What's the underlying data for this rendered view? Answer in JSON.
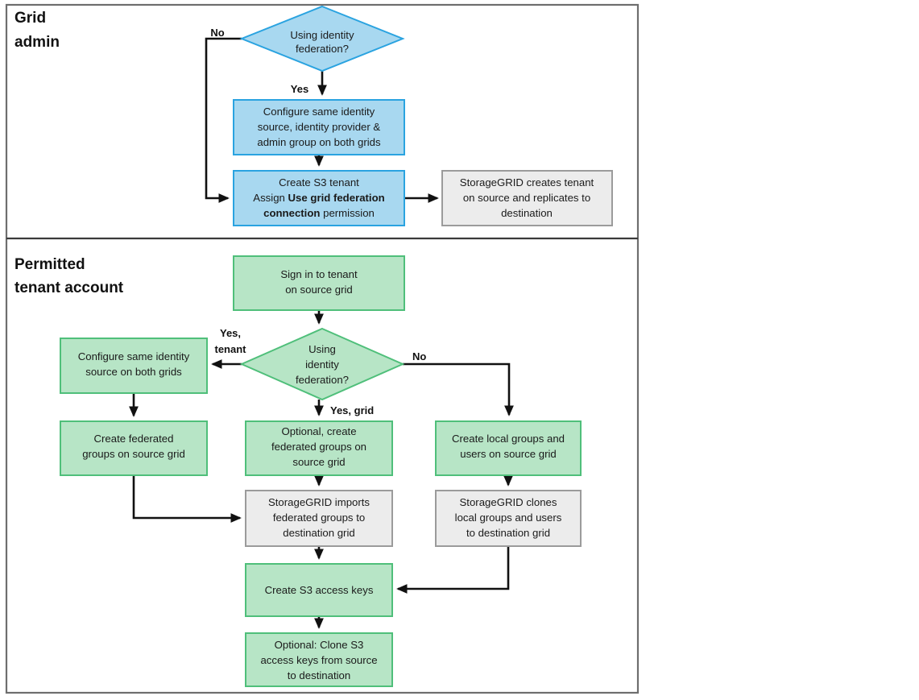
{
  "diagram": {
    "title_hidden": "",
    "colors": {
      "blue_fill": "#a8d8f0",
      "blue_stroke": "#2aa3e0",
      "green_fill": "#b7e5c6",
      "green_stroke": "#4fbf7a",
      "gray_fill": "#ececec",
      "gray_stroke": "#9b9b9b",
      "connector": "#111111",
      "frame": "#6e6e6e"
    },
    "lanes": [
      {
        "id": "grid-admin",
        "title_lines": [
          "Grid",
          "admin"
        ]
      },
      {
        "id": "tenant-account",
        "title_lines": [
          "Permitted",
          "tenant account"
        ]
      }
    ],
    "nodes": {
      "grid_decision": {
        "lines": [
          "Using  identity",
          "federation?"
        ],
        "shape": "diamond",
        "fill": "blue"
      },
      "grid_configure": {
        "lines": [
          "Configure same identity",
          "source, identity provider &",
          "admin group on both grids"
        ],
        "shape": "rect",
        "fill": "blue"
      },
      "grid_create_tenant": {
        "lines": [
          [
            {
              "t": "Create S3 tenant",
              "b": false
            }
          ],
          [
            {
              "t": "Assign ",
              "b": false
            },
            {
              "t": "Use grid federation",
              "b": true
            }
          ],
          [
            {
              "t": "connection",
              "b": true
            },
            {
              "t": " permission",
              "b": false
            }
          ]
        ],
        "shape": "rect",
        "fill": "blue"
      },
      "grid_storagegrid_creates": {
        "lines": [
          "StorageGRID creates tenant",
          "on source and replicates to",
          "destination"
        ],
        "shape": "rect",
        "fill": "gray"
      },
      "tenant_signin": {
        "lines": [
          "Sign in to tenant",
          "on source grid"
        ],
        "shape": "rect",
        "fill": "green"
      },
      "tenant_decision": {
        "lines": [
          "Using",
          "identity",
          "federation?"
        ],
        "shape": "diamond",
        "fill": "green"
      },
      "tenant_configure_same": {
        "lines": [
          "Configure same identity",
          "source on both grids"
        ],
        "shape": "rect",
        "fill": "green"
      },
      "tenant_create_federated": {
        "lines": [
          "Create federated",
          "groups on source grid"
        ],
        "shape": "rect",
        "fill": "green"
      },
      "tenant_optional_federated": {
        "lines": [
          "Optional, create",
          "federated groups on",
          "source grid"
        ],
        "shape": "rect",
        "fill": "green"
      },
      "tenant_create_local": {
        "lines": [
          "Create local groups and",
          "users on source grid"
        ],
        "shape": "rect",
        "fill": "green"
      },
      "tenant_imports": {
        "lines": [
          "StorageGRID imports",
          "federated groups to",
          "destination grid"
        ],
        "shape": "rect",
        "fill": "gray"
      },
      "tenant_clones": {
        "lines": [
          "StorageGRID clones",
          "local groups and users",
          "to destination grid"
        ],
        "shape": "rect",
        "fill": "gray"
      },
      "tenant_access_keys": {
        "lines": [
          "Create S3 access keys"
        ],
        "shape": "rect",
        "fill": "green"
      },
      "tenant_clone_keys": {
        "lines": [
          "Optional: Clone S3",
          "access keys from source",
          "to destination"
        ],
        "shape": "rect",
        "fill": "green"
      }
    },
    "edge_labels": {
      "grid_no": "No",
      "grid_yes": "Yes",
      "tenant_yes_tenant_line1": "Yes,",
      "tenant_yes_tenant_line2": "tenant",
      "tenant_no": "No",
      "tenant_yes_grid": "Yes, grid"
    }
  }
}
